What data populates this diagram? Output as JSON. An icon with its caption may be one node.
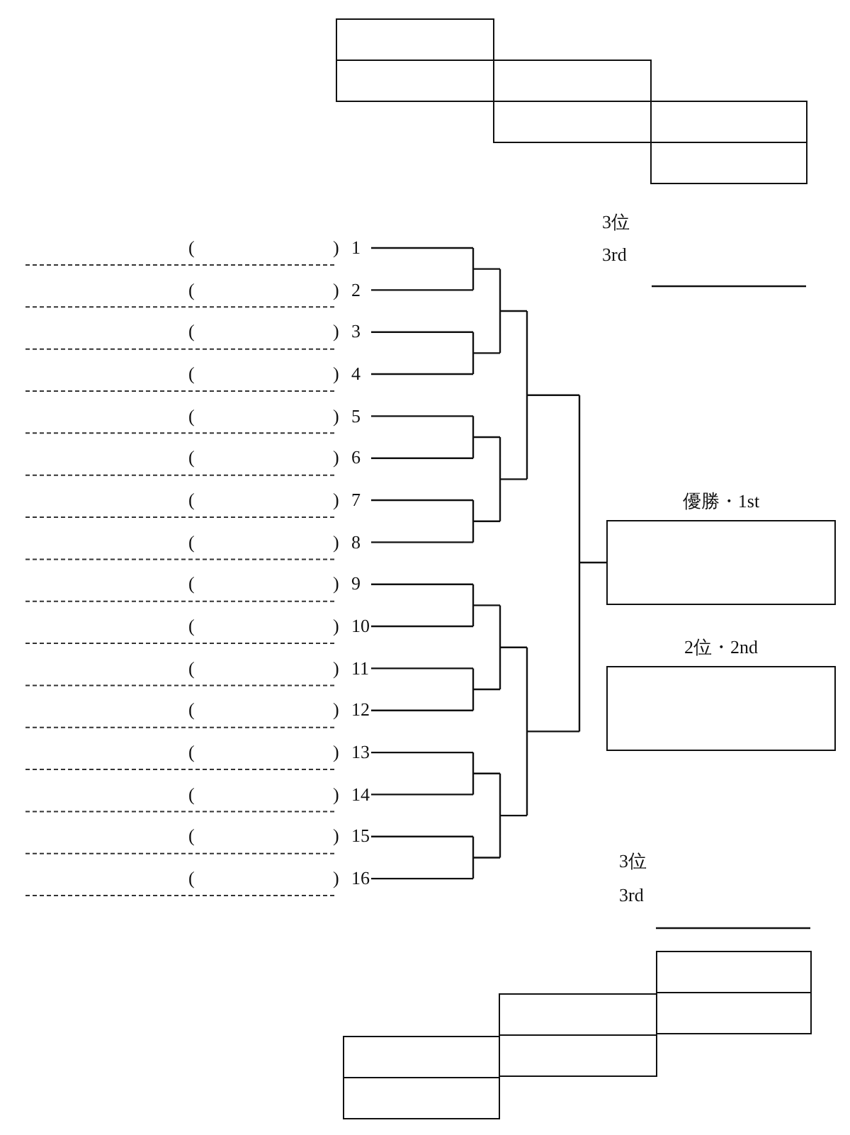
{
  "diagram": {
    "nodes": [
      {
        "text": [],
        "shape": "box"
      },
      {
        "text": [],
        "shape": "box"
      },
      {
        "text": [],
        "shape": "box"
      },
      {
        "text": [],
        "shape": "box"
      },
      {
        "text": [],
        "shape": "box"
      },
      {
        "text": [],
        "shape": "box"
      },
      {
        "text": [
          "優勝・1st"
        ]
      },
      {
        "text": [
          "2位・2nd"
        ]
      },
      {
        "text": [],
        "shape": "box"
      },
      {
        "text": [],
        "shape": "box"
      },
      {
        "text": [],
        "shape": "box"
      },
      {
        "text": [],
        "shape": "box"
      },
      {
        "text": [],
        "shape": "box"
      },
      {
        "text": [],
        "shape": "box"
      },
      {
        "text": [],
        "shape": "bracket"
      }
    ],
    "edges": [
      {
        "from": 14,
        "to": 6,
        "arrow": "none"
      }
    ],
    "labels": [
      "3位",
      "(",
      ")",
      "1",
      "3rd",
      "(",
      ")",
      "2",
      "(",
      ")",
      "3",
      "(",
      ")",
      "4",
      "(",
      ")",
      "5",
      "(",
      ")",
      "6",
      "(",
      ")",
      "7",
      "(",
      ")",
      "8",
      "(",
      ")",
      "9",
      "(",
      ")",
      "10",
      "(",
      ")",
      "11",
      "(",
      ")",
      "12",
      "(",
      ")",
      "13",
      "(",
      ")",
      "14",
      "(",
      ")",
      "15",
      "(",
      ")",
      "16",
      "3位",
      "3rd"
    ]
  }
}
